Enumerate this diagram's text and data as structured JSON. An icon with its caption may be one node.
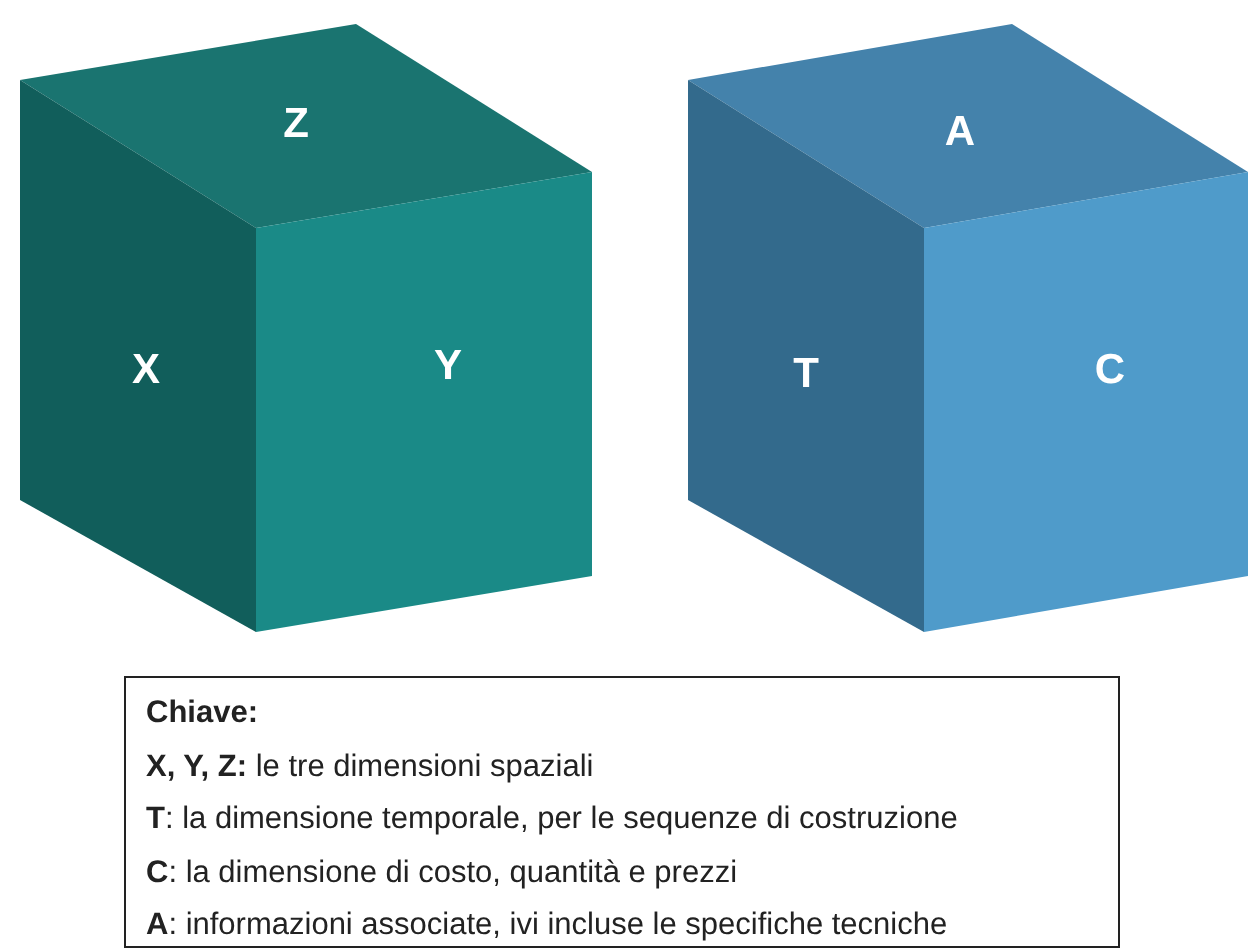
{
  "diagram": {
    "nodes": [
      {
        "text": [
          "Z"
        ]
      },
      {
        "text": [
          "X"
        ]
      },
      {
        "text": [
          "Y"
        ]
      },
      {
        "text": [
          "A"
        ]
      },
      {
        "text": [
          "T"
        ]
      },
      {
        "text": [
          "C"
        ]
      },
      {
        "text": [
          "Chiave:",
          "**X, Y, Z:** le tre dimensioni spaziali",
          "**T**: la dimensione temporale, per le sequenze di costruzione",
          "**C**: la dimensione di costo, quantità e prezzi",
          "**A**: informazioni associate, ivi incluse le specifiche tecniche"
        ]
      }
    ]
  }
}
